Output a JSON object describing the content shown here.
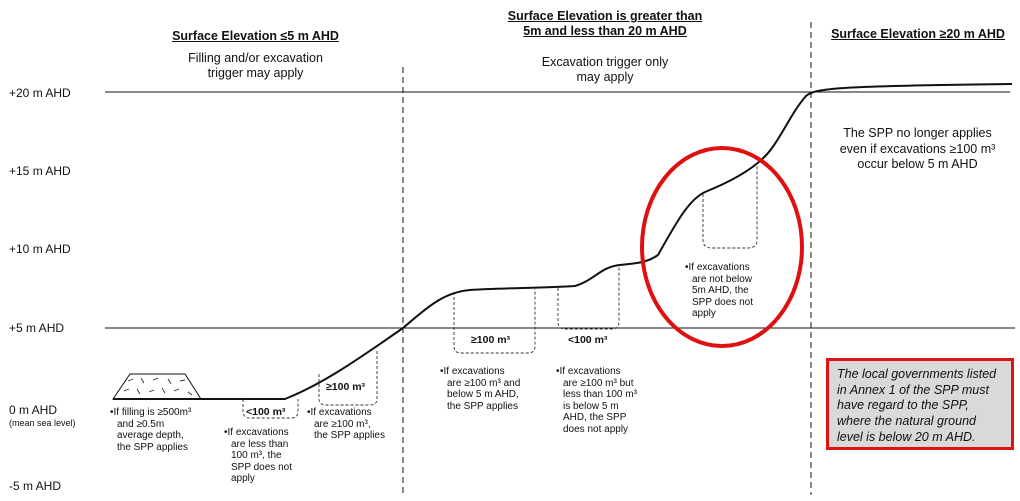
{
  "zones": [
    {
      "title": "Surface Elevation ≤5 m AHD",
      "subtitle_lines": [
        "Filling and/or excavation",
        "trigger may apply"
      ]
    },
    {
      "title_lines": [
        "Surface Elevation is greater than",
        "5m and less than 20 m AHD"
      ],
      "subtitle_lines": [
        "Excavation trigger only",
        "may apply"
      ]
    },
    {
      "title": "Surface Elevation ≥20 m AHD"
    }
  ],
  "axis_labels": [
    {
      "label": "+20 m AHD"
    },
    {
      "label": "+15 m AHD"
    },
    {
      "label": "+10 m AHD"
    },
    {
      "label": "+5 m AHD"
    },
    {
      "label": "0 m AHD",
      "sublabel": "(mean sea level)"
    },
    {
      "label": "-5 m AHD"
    }
  ],
  "volume_labels": {
    "v1": "<100 m³",
    "v2": "≥100 m³",
    "v3": "≥100 m³",
    "v4": "<100 m³"
  },
  "notes": {
    "filling": [
      "If filling is ≥500m³",
      "and ≥0.5m",
      "average depth,",
      "the SPP applies"
    ],
    "lt100_low": [
      "If excavations",
      "are less than",
      "100 m³, the",
      "SPP does not",
      "apply"
    ],
    "ge100_low": [
      "If excavations",
      "are ≥100 m³,",
      "the SPP applies"
    ],
    "ge100_mid": [
      "If excavations",
      "are ≥100 m³ and",
      "below 5 m AHD,",
      "the SPP applies"
    ],
    "lt100_mid": [
      "If excavations",
      "are ≥100 m³ but",
      "less than 100 m³",
      "is below 5 m",
      "AHD, the SPP",
      "does not apply"
    ],
    "not_below": [
      "If excavations",
      "are not below",
      "5m AHD, the",
      "SPP does not",
      "apply"
    ]
  },
  "right_note": [
    "The SPP no longer applies",
    "even if excavations ≥100 m³",
    "occur below 5 m AHD"
  ],
  "callout": "The local governments listed in Annex 1 of the SPP must have regard to the SPP, where the natural ground level is below 20 m AHD.",
  "colors": {
    "highlight": "#e01010",
    "callout_bg": "#d9d9d9",
    "line": "#111111"
  }
}
